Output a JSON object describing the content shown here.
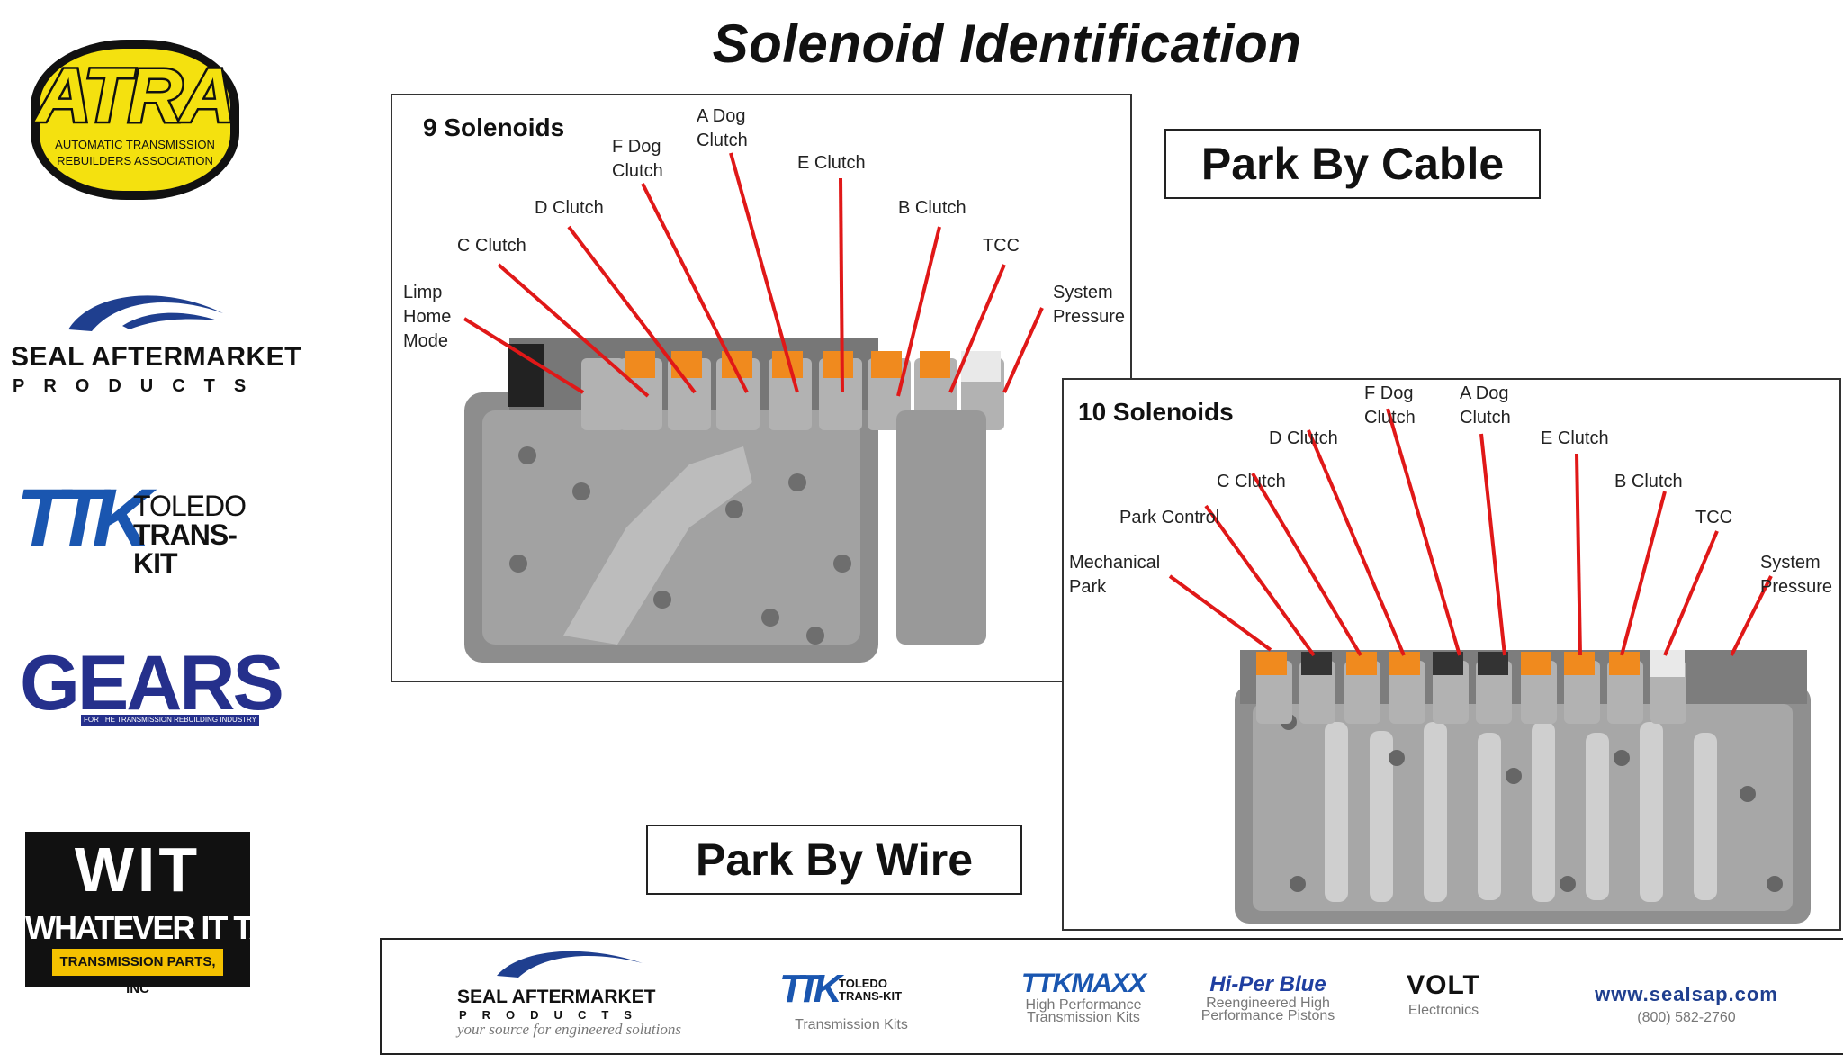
{
  "slide": {
    "title": "Solenoid Identification"
  },
  "left_logos": {
    "atra": {
      "name": "ATRA",
      "line1": "AUTOMATIC TRANSMISSION",
      "line2": "REBUILDERS ASSOCIATION"
    },
    "seal": {
      "name": "SEAL AFTERMARKET",
      "sub": "PRODUCTS"
    },
    "ttk": {
      "mark": "TTK",
      "line1": "TOLEDO",
      "line2": "TRANS-KIT"
    },
    "gears": {
      "name": "GEARS",
      "tag": "FOR THE TRANSMISSION REBUILDING INDUSTRY"
    },
    "wit": {
      "mark": "WIT",
      "line1": "WHATEVER IT TAKES",
      "line2": "TRANSMISSION PARTS, INC"
    }
  },
  "panel_9": {
    "title": "9 Solenoids",
    "labels": {
      "limp_home": "Limp\nHome\nMode",
      "c_clutch": "C Clutch",
      "d_clutch": "D Clutch",
      "f_dog": "F Dog\nClutch",
      "a_dog": "A Dog\nClutch",
      "e_clutch": "E Clutch",
      "b_clutch": "B Clutch",
      "tcc": "TCC",
      "system_pressure": "System\nPressure"
    }
  },
  "panel_10": {
    "title": "10 Solenoids",
    "labels": {
      "mechanical_park": "Mechanical\nPark",
      "park_control": "Park Control",
      "c_clutch": "C Clutch",
      "d_clutch": "D Clutch",
      "f_dog": "F Dog\nClutch",
      "a_dog": "A Dog\nClutch",
      "e_clutch": "E Clutch",
      "b_clutch": "B Clutch",
      "tcc": "TCC",
      "system_pressure": "System\nPressure"
    }
  },
  "callouts": {
    "park_by_cable": "Park By Cable",
    "park_by_wire": "Park By Wire"
  },
  "footer": {
    "seal": {
      "name": "SEAL AFTERMARKET",
      "sub": "PRODUCTS",
      "tagline": "your source for engineered solutions"
    },
    "ttk": {
      "mark": "TTK",
      "name": "TOLEDO TRANS-KIT",
      "sub": "Transmission Kits"
    },
    "ttkmaxx": {
      "mark": "TTKMAXX",
      "sub1": "High Performance",
      "sub2": "Transmission Kits"
    },
    "hiperblue": {
      "mark": "Hi-Per Blue",
      "sub1": "Reengineered High",
      "sub2": "Performance Pistons"
    },
    "volt": {
      "mark": "VOLT",
      "sub": "Electronics"
    },
    "web": {
      "url": "www.sealsap.com",
      "phone": "(800) 582-2760"
    }
  },
  "colors": {
    "pointer": "#e01818",
    "orange_connector": "#f08a1e",
    "title_text": "#111111",
    "ttk_blue": "#1a56b0",
    "gears_blue": "#25308c"
  }
}
